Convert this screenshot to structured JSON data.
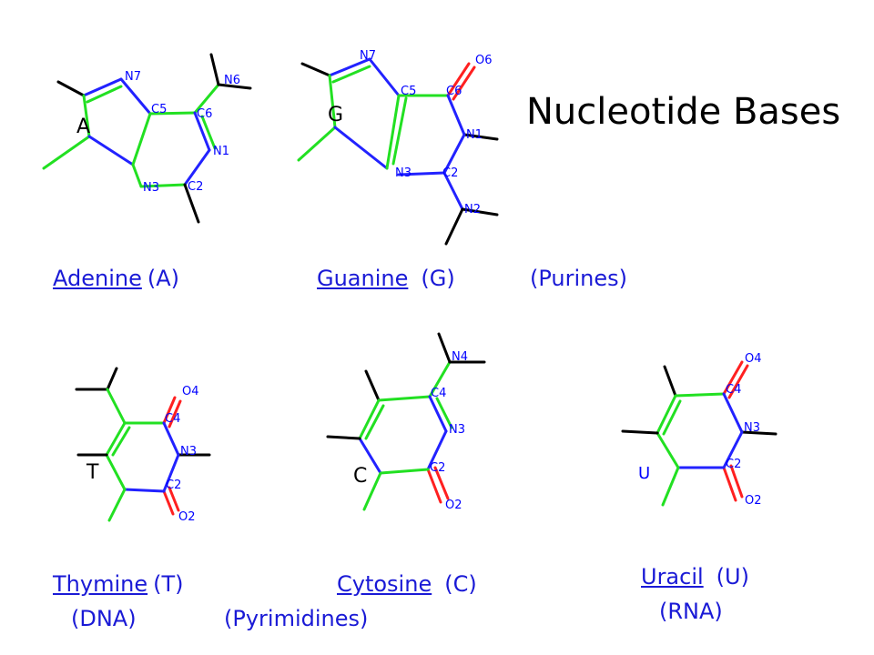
{
  "title": "Nucleotide Bases",
  "colors": {
    "carbon_bond": "#22e022",
    "nitrogen_bond": "#2222ff",
    "oxygen_bond": "#ff2020",
    "atom_label": "#0000ff",
    "link": "#1a1ad6"
  },
  "molecules": {
    "adenine": {
      "letter": "A",
      "atoms": {
        "n7": "N7",
        "n6": "N6",
        "c5": "C5",
        "c6": "C6",
        "n1": "N1",
        "n3": "N3",
        "c2": "C2"
      }
    },
    "guanine": {
      "letter": "G",
      "atoms": {
        "n7": "N7",
        "o6": "O6",
        "c5": "C5",
        "c6": "C6",
        "n1": "N1",
        "n3": "N3",
        "c2": "C2",
        "n2": "N2"
      }
    },
    "thymine": {
      "letter": "T",
      "atoms": {
        "o4": "O4",
        "c4": "C4",
        "n3": "N3",
        "c2": "C2",
        "o2": "O2"
      }
    },
    "cytosine": {
      "letter": "C",
      "atoms": {
        "n4": "N4",
        "c4": "C4",
        "n3": "N3",
        "c2": "C2",
        "o2": "O2"
      }
    },
    "uracil": {
      "letter": "U",
      "atoms": {
        "o4": "O4",
        "c4": "C4",
        "n3": "N3",
        "c2": "C2",
        "o2": "O2"
      }
    }
  },
  "captions": {
    "adenine": {
      "link": "Adenine",
      "abbr": "(A)"
    },
    "guanine": {
      "link": "Guanine",
      "abbr": "(G)"
    },
    "purines": "(Purines)",
    "thymine": {
      "link": "Thymine",
      "abbr": "(T)"
    },
    "cytosine": {
      "link": "Cytosine",
      "abbr": "(C)"
    },
    "uracil": {
      "link": "Uracil",
      "abbr": "(U)"
    },
    "dna": "(DNA)",
    "pyrimidines": "(Pyrimidines)",
    "rna": "(RNA)"
  }
}
